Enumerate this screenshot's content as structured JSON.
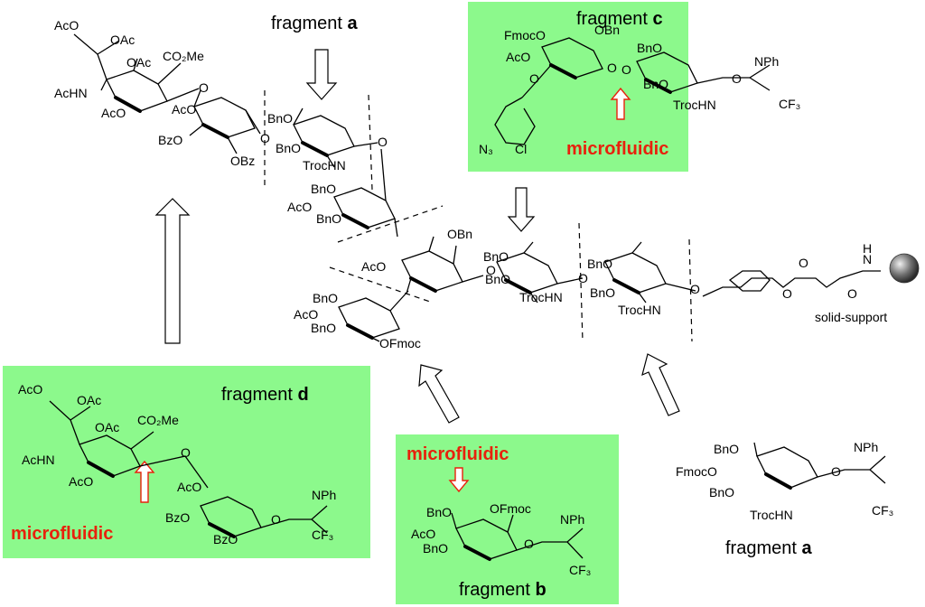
{
  "colors": {
    "box": "#8cf98c",
    "microfluidic": "#e8210c",
    "arrow": "#000000"
  },
  "fragment_word": "fragment",
  "fragments": {
    "a": "a",
    "b": "b",
    "c": "c",
    "d": "d"
  },
  "microfluidic": "microfluidic",
  "solid_support": "solid-support",
  "groups": {
    "AcO": "AcO",
    "OAc": "OAc",
    "BnO": "BnO",
    "OBn": "OBn",
    "BzO": "BzO",
    "OBz": "OBz",
    "AcHN": "AcHN",
    "TrocHN": "TrocHN",
    "FmocO": "FmocO",
    "OFmoc": "OFmoc",
    "CO2Me": "CO₂Me",
    "NPh": "NPh",
    "CF3": "CF₃",
    "N3": "N₃",
    "Cl": "Cl",
    "O": "O",
    "H": "H",
    "N": "N"
  }
}
